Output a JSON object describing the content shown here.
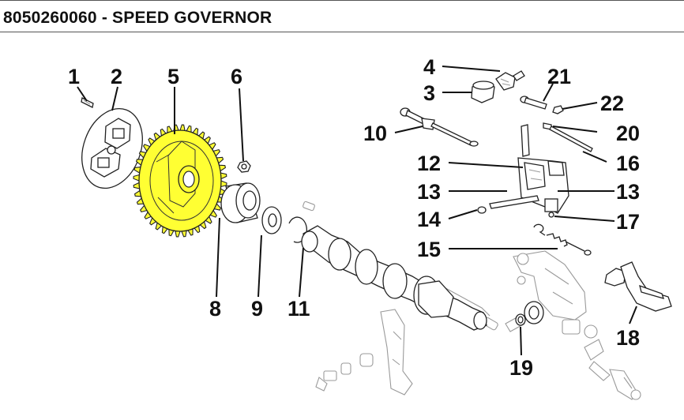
{
  "header": {
    "title": "8050260060 - SPEED GOVERNOR"
  },
  "diagram": {
    "highlight_color": "#ffff33",
    "callouts": [
      {
        "id": "1",
        "label": "1"
      },
      {
        "id": "2",
        "label": "2"
      },
      {
        "id": "3",
        "label": "3"
      },
      {
        "id": "4",
        "label": "4"
      },
      {
        "id": "5",
        "label": "5"
      },
      {
        "id": "6",
        "label": "6"
      },
      {
        "id": "8",
        "label": "8"
      },
      {
        "id": "9",
        "label": "9"
      },
      {
        "id": "10",
        "label": "10"
      },
      {
        "id": "11",
        "label": "11"
      },
      {
        "id": "12",
        "label": "12"
      },
      {
        "id": "13a",
        "label": "13"
      },
      {
        "id": "13b",
        "label": "13"
      },
      {
        "id": "14",
        "label": "14"
      },
      {
        "id": "15",
        "label": "15"
      },
      {
        "id": "16",
        "label": "16"
      },
      {
        "id": "17",
        "label": "17"
      },
      {
        "id": "18",
        "label": "18"
      },
      {
        "id": "19",
        "label": "19"
      },
      {
        "id": "20",
        "label": "20"
      },
      {
        "id": "21",
        "label": "21"
      },
      {
        "id": "22",
        "label": "22"
      }
    ]
  }
}
